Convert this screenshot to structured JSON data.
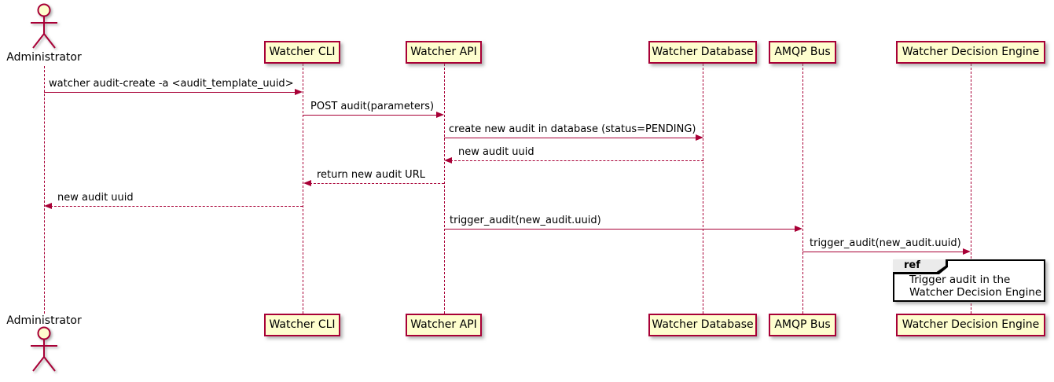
{
  "diagram_type": "sequence",
  "colors": {
    "participant_fill": "#FEFECE",
    "accent_border": "#A80036",
    "arrow": "#A80036",
    "lifeline": "#A80036",
    "ref_border": "#000000",
    "ref_header_fill": "#EBEBEB",
    "text": "#000000",
    "background": "#FFFFFF"
  },
  "actor": {
    "name": "Administrator"
  },
  "participants": [
    {
      "name": "Watcher CLI"
    },
    {
      "name": "Watcher API"
    },
    {
      "name": "Watcher Database"
    },
    {
      "name": "AMQP Bus"
    },
    {
      "name": "Watcher Decision Engine"
    }
  ],
  "messages": [
    {
      "from": "Administrator",
      "to": "Watcher CLI",
      "line": "solid",
      "label": "watcher audit-create -a <audit_template_uuid>"
    },
    {
      "from": "Watcher CLI",
      "to": "Watcher API",
      "line": "solid",
      "label": "POST audit(parameters)"
    },
    {
      "from": "Watcher API",
      "to": "Watcher Database",
      "line": "solid",
      "label": "create new audit in database (status=PENDING)"
    },
    {
      "from": "Watcher Database",
      "to": "Watcher API",
      "line": "dashed",
      "label": "new audit uuid"
    },
    {
      "from": "Watcher API",
      "to": "Watcher CLI",
      "line": "dashed",
      "label": "return new audit URL"
    },
    {
      "from": "Watcher CLI",
      "to": "Administrator",
      "line": "dashed",
      "label": "new audit uuid"
    },
    {
      "from": "Watcher API",
      "to": "AMQP Bus",
      "line": "solid",
      "label": "trigger_audit(new_audit.uuid)"
    },
    {
      "from": "AMQP Bus",
      "to": "Watcher Decision Engine",
      "line": "solid",
      "label": "trigger_audit(new_audit.uuid)"
    }
  ],
  "ref": {
    "keyword": "ref",
    "over": "Watcher Decision Engine",
    "line1": "Trigger audit in the",
    "line2": "Watcher Decision Engine"
  }
}
